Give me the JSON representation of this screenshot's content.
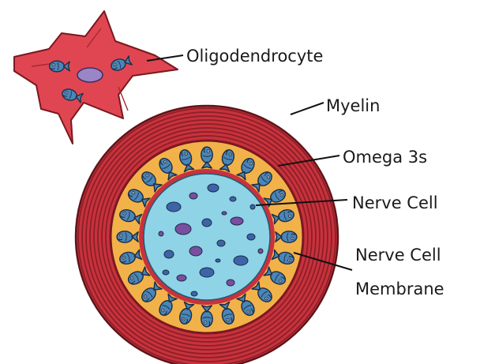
{
  "labels": {
    "oligodendrocyte": "Oligodendrocyte",
    "myelin": "Myelin",
    "omega3": "Omega 3s",
    "nerve_cell": "Nerve Cell",
    "membrane_line1": "Nerve Cell",
    "membrane_line2": "Membrane"
  },
  "colors": {
    "myelin_red": "#c8323d",
    "myelin_dark": "#8c1f27",
    "membrane_orange": "#f2b24a",
    "cell_blue": "#8fd3e6",
    "fish_blue": "#4a86b8",
    "organelle_blue": "#3d64a8",
    "organelle_purple": "#7a4ea0",
    "oligo_red": "#e04651"
  },
  "icons": {
    "fish": "omega-3-fish-icon",
    "organelle": "organelle-blob"
  },
  "counts": {
    "omega3_fish_ring": 24,
    "myelin_layers": 8
  }
}
